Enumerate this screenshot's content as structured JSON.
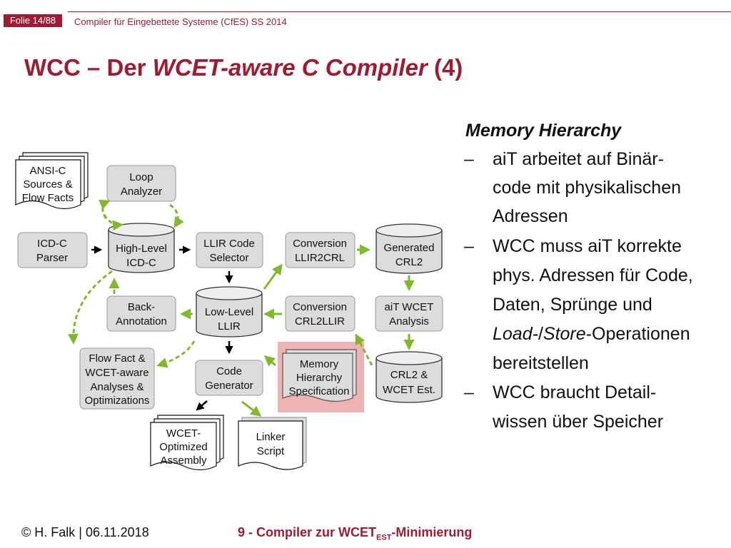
{
  "header": {
    "slide_tab": "Folie 14/88",
    "course": "Compiler für Eingebettete Systeme (CfES) SS 2014"
  },
  "title": {
    "part1": "WCC – Der ",
    "italic": "WCET-aware C Compiler",
    "part2": " (4)"
  },
  "diagram": {
    "ansi_c": [
      "ANSI-C",
      "Sources &",
      "Flow Facts"
    ],
    "loop_analyzer": [
      "Loop",
      "Analyzer"
    ],
    "icdc_parser": [
      "ICD-C",
      "Parser"
    ],
    "high_level": [
      "High-Level",
      "ICD-C"
    ],
    "llir_selector": [
      "LLIR Code",
      "Selector"
    ],
    "conv_llir2crl": [
      "Conversion",
      "LLIR2CRL"
    ],
    "generated_crl2": [
      "Generated",
      "CRL2"
    ],
    "back_annotation": [
      "Back-",
      "Annotation"
    ],
    "low_level": [
      "Low-Level",
      "LLIR"
    ],
    "conv_crl2llir": [
      "Conversion",
      "CRL2LLIR"
    ],
    "ait_wcet": [
      "aiT WCET",
      "Analysis"
    ],
    "flow_fact": [
      "Flow Fact &",
      "WCET-aware",
      "Analyses &",
      "Optimizations"
    ],
    "code_generator": [
      "Code",
      "Generator"
    ],
    "memory_hierarchy": [
      "Memory",
      "Hierarchy",
      "Specification"
    ],
    "crl2_wcet": [
      "CRL2 &",
      "WCET Est."
    ],
    "wcet_assembly": [
      "WCET-",
      "Optimized",
      "Assembly"
    ],
    "linker_script": [
      "Linker",
      "Script"
    ]
  },
  "content": {
    "heading": "Memory Hierarchy",
    "bullet_dash": "–",
    "b1": [
      "aiT arbeitet auf Binär-",
      "code mit physikalischen",
      "Adressen"
    ],
    "b2_lines": [
      "WCC muss aiT korrekte",
      "phys. Adressen für Code,",
      "Daten, Sprünge und"
    ],
    "b2_italic_a": "Load-",
    "b2_sep": "/",
    "b2_italic_b": "Store",
    "b2_rest": "-Operationen",
    "b2_last": "bereitstellen",
    "b3": [
      "WCC braucht Detail-",
      "wissen über Speicher"
    ]
  },
  "footer": {
    "left": "© H. Falk | 06.11.2018",
    "center_a": "9 - Compiler zur WCET",
    "center_sub": "EST",
    "center_b": "-Minimierung"
  },
  "colors": {
    "accent": "#9e1b32",
    "arrow_green": "#7fba2c",
    "highlight": "#efb3b3",
    "box_fill": "#dcdcdc"
  }
}
